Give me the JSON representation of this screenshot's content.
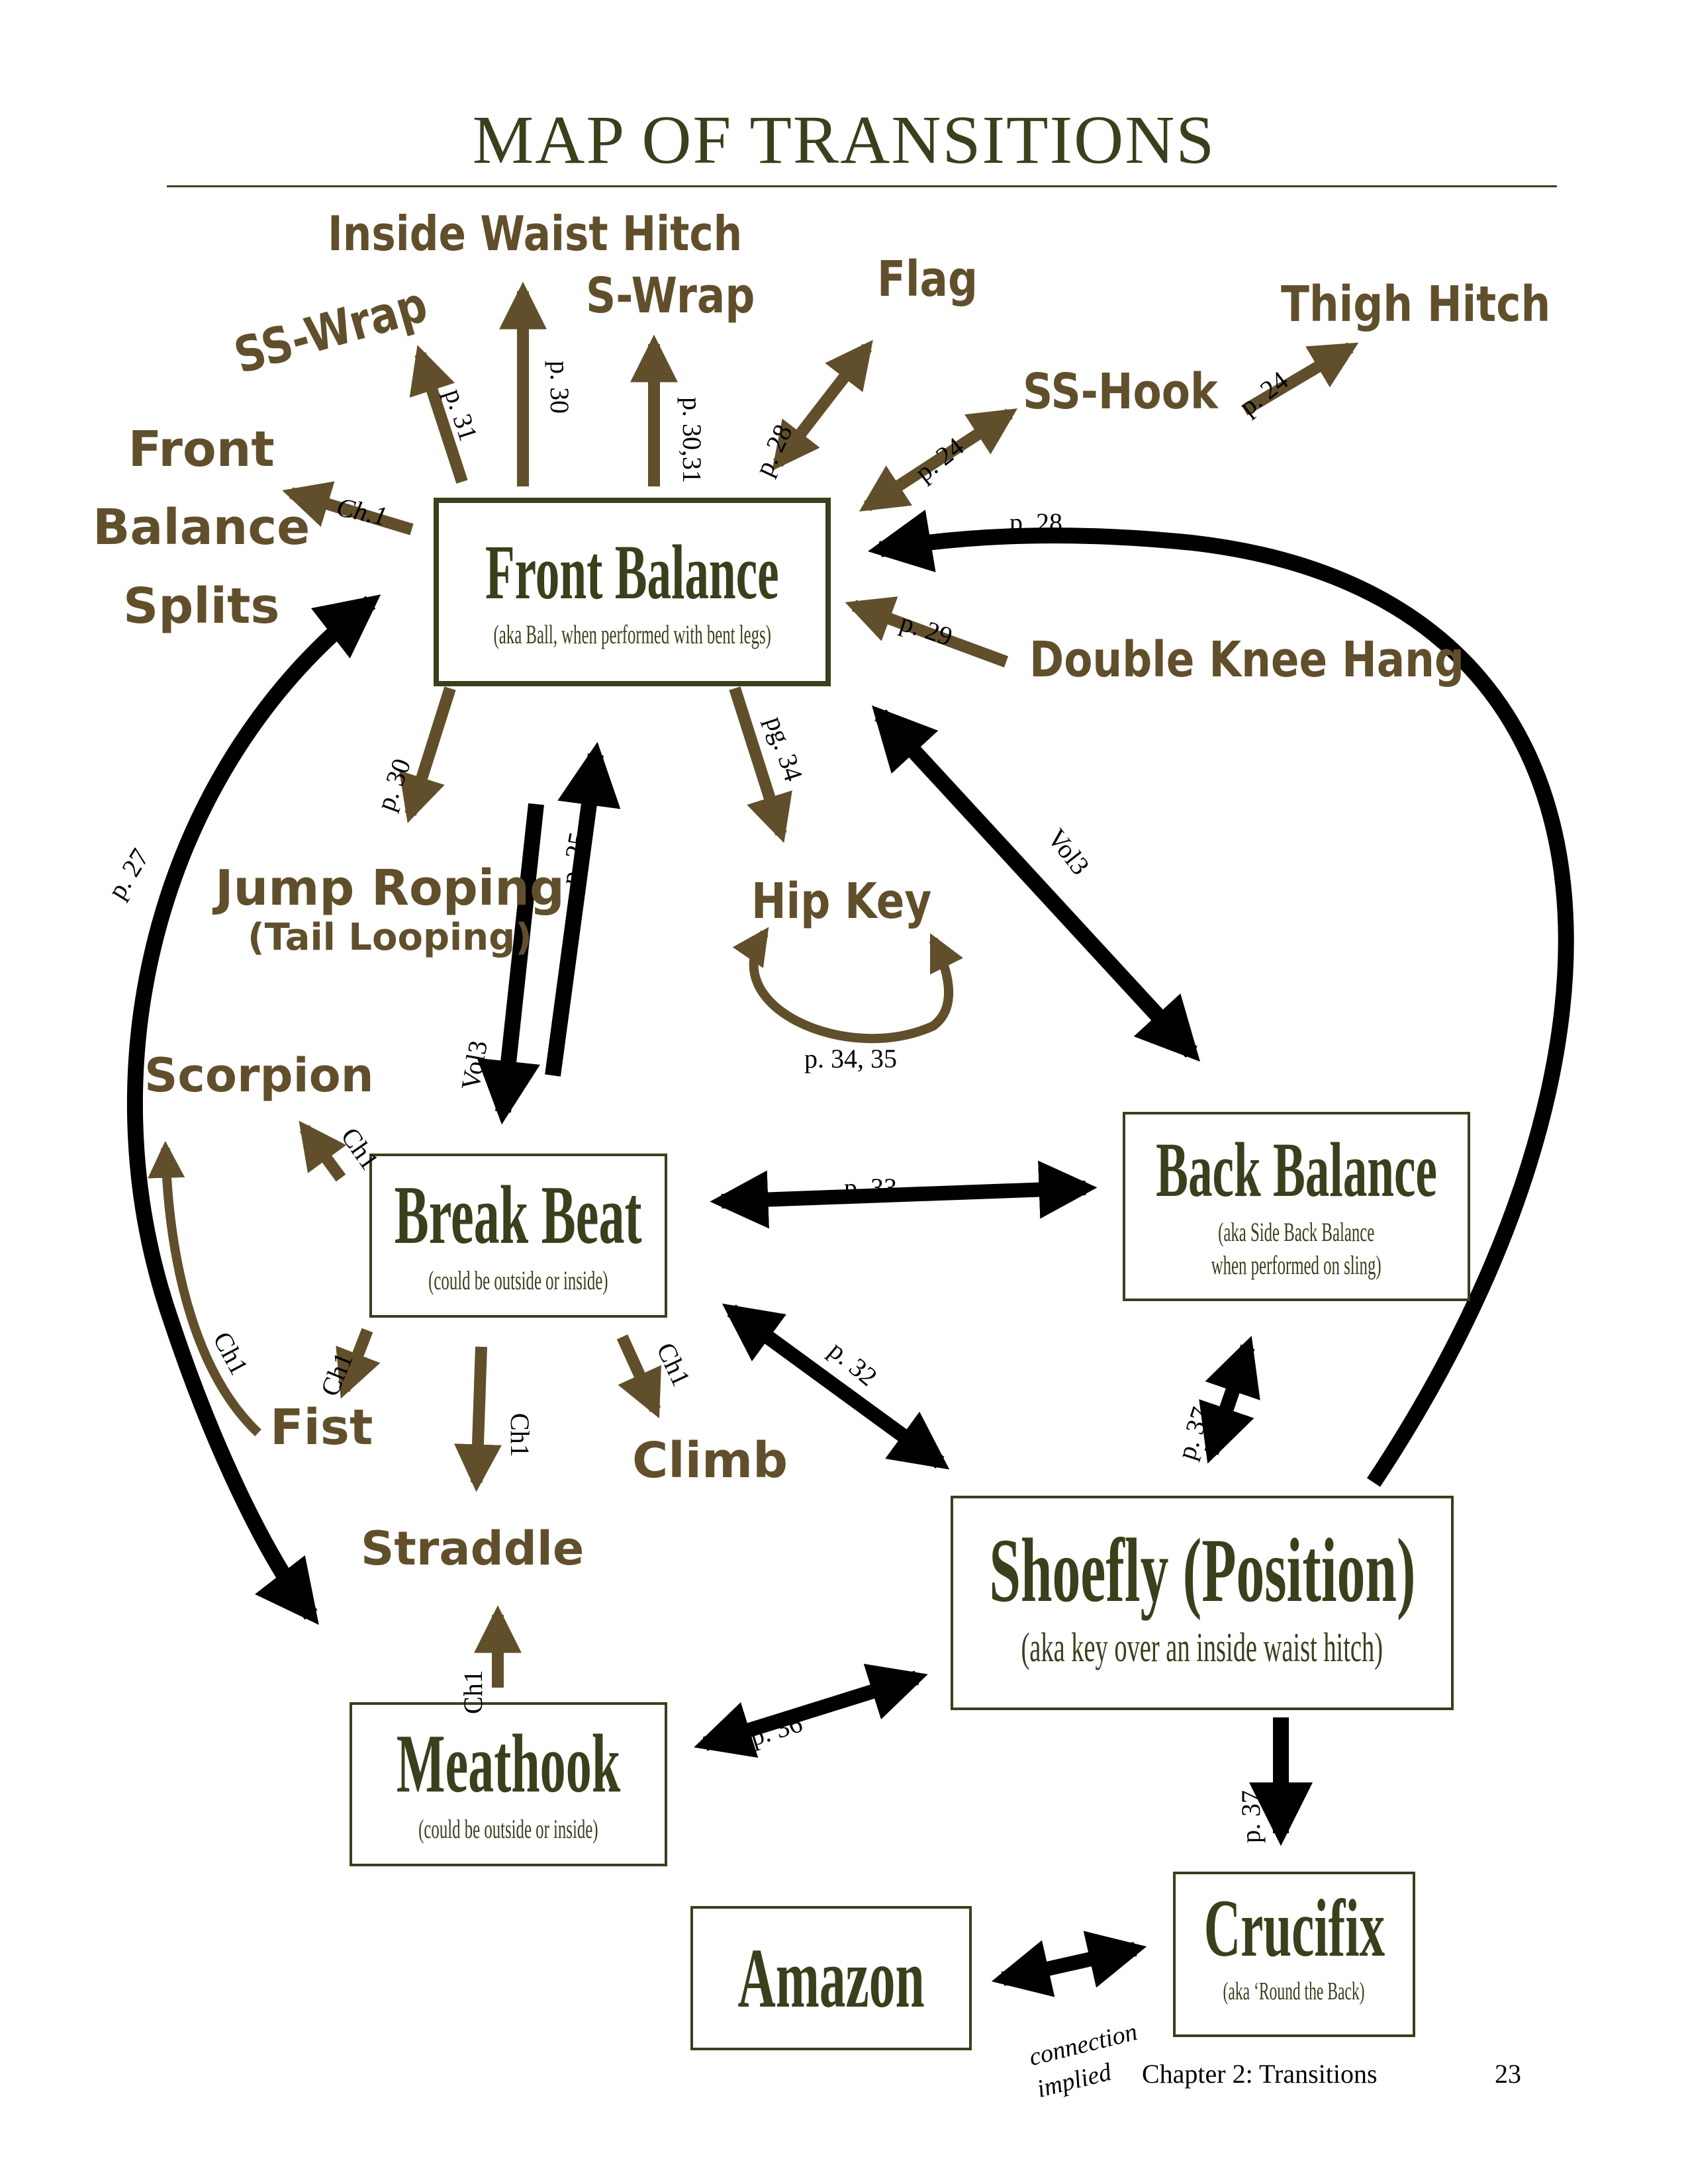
{
  "page": {
    "title": "MAP OF TRANSITIONS",
    "footer": {
      "chapter": "Chapter 2:  Transitions",
      "page_number": "23"
    }
  },
  "colors": {
    "box_text": "#38401c",
    "move_text": "#614f2c",
    "brown_arrow": "#614f2c",
    "black_arrow": "#000000"
  },
  "positions": {
    "front_balance": {
      "name": "Front Balance",
      "aka": "(aka Ball, when performed with bent legs)"
    },
    "break_beat": {
      "name": "Break Beat",
      "aka": "(could be outside or inside)"
    },
    "back_balance": {
      "name": "Back Balance",
      "aka_line1": "(aka Side Back Balance",
      "aka_line2": "when performed on sling)"
    },
    "shoefly": {
      "name": "Shoefly (Position)",
      "aka": "(aka key over an inside waist hitch)"
    },
    "meathook": {
      "name": "Meathook",
      "aka": "(could be outside or inside)"
    },
    "crucifix": {
      "name": "Crucifix",
      "aka": "(aka ‘Round the Back)"
    },
    "amazon": {
      "name": "Amazon"
    }
  },
  "moves": {
    "inside_waist_hitch": "Inside Waist Hitch",
    "ss_wrap": "SS-Wrap",
    "s_wrap": "S-Wrap",
    "flag": "Flag",
    "thigh_hitch": "Thigh Hitch",
    "ss_hook": "SS-Hook",
    "front_balance_splits": [
      "Front",
      "Balance",
      "Splits"
    ],
    "double_knee_hang": "Double Knee Hang",
    "jump_roping": "Jump Roping",
    "jump_roping_sub": "(Tail Looping)",
    "hip_key": "Hip Key",
    "scorpion": "Scorpion",
    "fist": "Fist",
    "climb": "Climb",
    "straddle": "Straddle"
  },
  "edge_labels": {
    "fb_to_splits": "Ch.1",
    "fb_to_ss_wrap": "p. 31",
    "fb_to_iwh": "p. 30",
    "fb_to_s_wrap": "p. 30,31",
    "fb_flag": "p. 28",
    "fb_ss_hook": "p. 24",
    "ss_hook_to_thigh": "p. 24",
    "shoefly_to_fb": "p. 28",
    "dkh_to_fb": "p. 29",
    "fb_to_jump_roping": "p. 30",
    "fb_to_hip_key": "pg. 34",
    "bb_to_fb": "p. 25",
    "fb_to_bb": "Vol3",
    "hip_key_loop": "p. 34, 35",
    "fb_back_balance": "Vol3",
    "fb_meathook": "p. 27",
    "bb_to_scorpion": "Ch1",
    "fist_to_scorpion": "Ch1",
    "bb_to_fist": "Ch1",
    "bb_to_straddle": "Ch1",
    "bb_to_climb": "Ch1",
    "break_back_balance": "p. 33",
    "break_shoefly": "p. 32",
    "back_shoefly": "p. 37",
    "meathook_to_straddle": "Ch1",
    "meathook_shoefly": "p. 36",
    "shoefly_to_crucifix": "p. 37",
    "amazon_crucifix": "connection",
    "amazon_crucifix_2": "implied"
  }
}
